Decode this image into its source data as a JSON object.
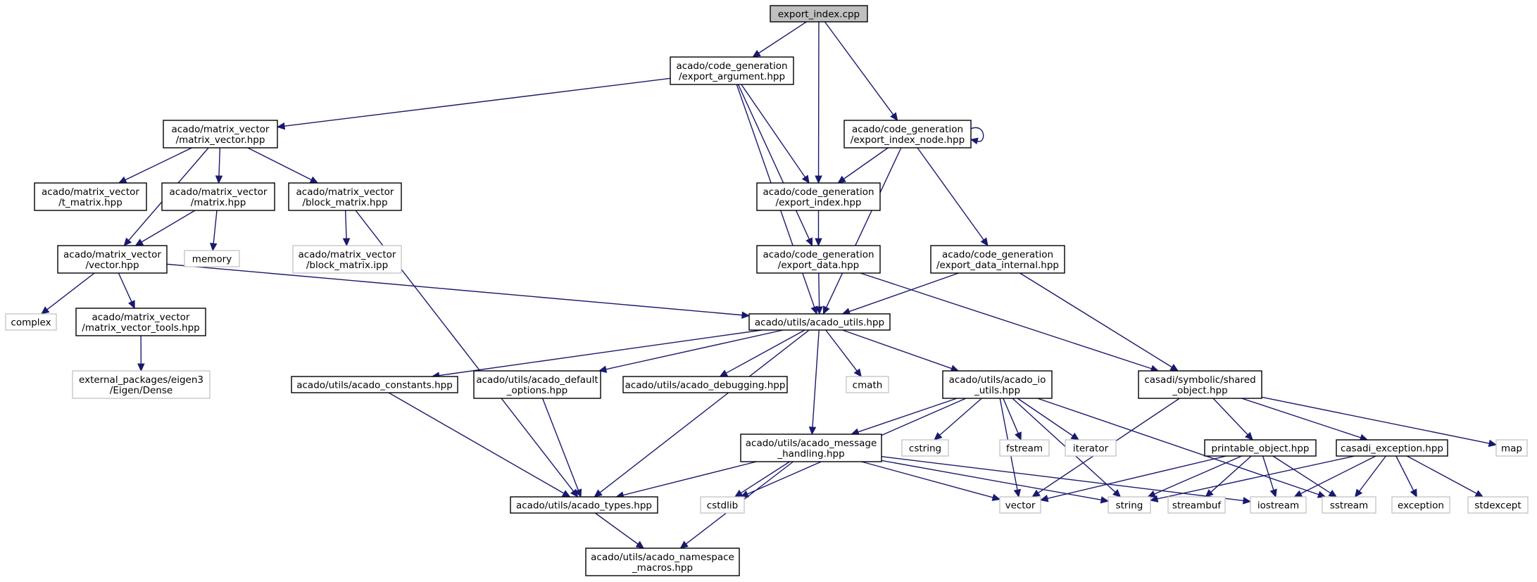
{
  "graph": {
    "nodes": [
      {
        "id": "export_index_cpp",
        "lines": [
          "export_index.cpp"
        ],
        "kind": "root"
      },
      {
        "id": "export_argument",
        "lines": [
          "acado/code_generation",
          "/export_argument.hpp"
        ],
        "kind": "local"
      },
      {
        "id": "export_index_node",
        "lines": [
          "acado/code_generation",
          "/export_index_node.hpp"
        ],
        "kind": "local"
      },
      {
        "id": "matrix_vector",
        "lines": [
          "acado/matrix_vector",
          "/matrix_vector.hpp"
        ],
        "kind": "local"
      },
      {
        "id": "t_matrix",
        "lines": [
          "acado/matrix_vector",
          "/t_matrix.hpp"
        ],
        "kind": "local"
      },
      {
        "id": "matrix",
        "lines": [
          "acado/matrix_vector",
          "/matrix.hpp"
        ],
        "kind": "local"
      },
      {
        "id": "block_matrix",
        "lines": [
          "acado/matrix_vector",
          "/block_matrix.hpp"
        ],
        "kind": "local"
      },
      {
        "id": "export_index_hpp",
        "lines": [
          "acado/code_generation",
          "/export_index.hpp"
        ],
        "kind": "local"
      },
      {
        "id": "vector",
        "lines": [
          "acado/matrix_vector",
          "/vector.hpp"
        ],
        "kind": "local"
      },
      {
        "id": "memory",
        "lines": [
          "memory"
        ],
        "kind": "ext"
      },
      {
        "id": "block_matrix_ipp",
        "lines": [
          "acado/matrix_vector",
          "/block_matrix.ipp"
        ],
        "kind": "ext"
      },
      {
        "id": "export_data",
        "lines": [
          "acado/code_generation",
          "/export_data.hpp"
        ],
        "kind": "local"
      },
      {
        "id": "export_data_internal",
        "lines": [
          "acado/code_generation",
          "/export_data_internal.hpp"
        ],
        "kind": "local"
      },
      {
        "id": "complex",
        "lines": [
          "complex"
        ],
        "kind": "ext"
      },
      {
        "id": "matrix_vector_tools",
        "lines": [
          "acado/matrix_vector",
          "/matrix_vector_tools.hpp"
        ],
        "kind": "local"
      },
      {
        "id": "acado_utils",
        "lines": [
          "acado/utils/acado_utils.hpp"
        ],
        "kind": "local"
      },
      {
        "id": "eigen_dense",
        "lines": [
          "external_packages/eigen3",
          "/Eigen/Dense"
        ],
        "kind": "ext"
      },
      {
        "id": "acado_constants",
        "lines": [
          "acado/utils/acado_constants.hpp"
        ],
        "kind": "local"
      },
      {
        "id": "acado_default_options",
        "lines": [
          "acado/utils/acado_default",
          "_options.hpp"
        ],
        "kind": "local"
      },
      {
        "id": "acado_debugging",
        "lines": [
          "acado/utils/acado_debugging.hpp"
        ],
        "kind": "local"
      },
      {
        "id": "cmath",
        "lines": [
          "cmath"
        ],
        "kind": "ext"
      },
      {
        "id": "acado_io_utils",
        "lines": [
          "acado/utils/acado_io",
          "_utils.hpp"
        ],
        "kind": "local"
      },
      {
        "id": "shared_object",
        "lines": [
          "casadi/symbolic/shared",
          "_object.hpp"
        ],
        "kind": "local"
      },
      {
        "id": "acado_message_handling",
        "lines": [
          "acado/utils/acado_message",
          "_handling.hpp"
        ],
        "kind": "local"
      },
      {
        "id": "cstring",
        "lines": [
          "cstring"
        ],
        "kind": "ext"
      },
      {
        "id": "fstream",
        "lines": [
          "fstream"
        ],
        "kind": "ext"
      },
      {
        "id": "iterator",
        "lines": [
          "iterator"
        ],
        "kind": "ext"
      },
      {
        "id": "printable_object",
        "lines": [
          "printable_object.hpp"
        ],
        "kind": "local"
      },
      {
        "id": "casadi_exception",
        "lines": [
          "casadi_exception.hpp"
        ],
        "kind": "local"
      },
      {
        "id": "map",
        "lines": [
          "map"
        ],
        "kind": "ext"
      },
      {
        "id": "acado_types",
        "lines": [
          "acado/utils/acado_types.hpp"
        ],
        "kind": "local"
      },
      {
        "id": "cstdlib",
        "lines": [
          "cstdlib"
        ],
        "kind": "ext"
      },
      {
        "id": "vector_std",
        "lines": [
          "vector"
        ],
        "kind": "ext"
      },
      {
        "id": "string",
        "lines": [
          "string"
        ],
        "kind": "ext"
      },
      {
        "id": "streambuf",
        "lines": [
          "streambuf"
        ],
        "kind": "ext"
      },
      {
        "id": "iostream",
        "lines": [
          "iostream"
        ],
        "kind": "ext"
      },
      {
        "id": "sstream",
        "lines": [
          "sstream"
        ],
        "kind": "ext"
      },
      {
        "id": "exception",
        "lines": [
          "exception"
        ],
        "kind": "ext"
      },
      {
        "id": "stdexcept",
        "lines": [
          "stdexcept"
        ],
        "kind": "ext"
      },
      {
        "id": "acado_namespace_macros",
        "lines": [
          "acado/utils/acado_namespace",
          "_macros.hpp"
        ],
        "kind": "local"
      }
    ],
    "edges": [
      [
        "export_index_cpp",
        "export_argument"
      ],
      [
        "export_index_cpp",
        "export_index_hpp"
      ],
      [
        "export_index_cpp",
        "export_index_node"
      ],
      [
        "export_argument",
        "matrix_vector"
      ],
      [
        "export_argument",
        "export_index_hpp"
      ],
      [
        "export_argument",
        "export_data"
      ],
      [
        "export_argument",
        "acado_utils"
      ],
      [
        "export_index_node",
        "export_index_node"
      ],
      [
        "export_index_node",
        "export_index_hpp"
      ],
      [
        "export_index_node",
        "export_data_internal"
      ],
      [
        "export_index_node",
        "acado_utils"
      ],
      [
        "matrix_vector",
        "t_matrix"
      ],
      [
        "matrix_vector",
        "matrix"
      ],
      [
        "matrix_vector",
        "block_matrix"
      ],
      [
        "matrix_vector",
        "vector"
      ],
      [
        "matrix",
        "vector"
      ],
      [
        "matrix",
        "memory"
      ],
      [
        "block_matrix",
        "block_matrix_ipp"
      ],
      [
        "block_matrix",
        "acado_types"
      ],
      [
        "export_index_hpp",
        "export_data"
      ],
      [
        "export_data",
        "acado_utils"
      ],
      [
        "export_data",
        "shared_object"
      ],
      [
        "export_data_internal",
        "acado_utils"
      ],
      [
        "export_data_internal",
        "shared_object"
      ],
      [
        "vector",
        "complex"
      ],
      [
        "vector",
        "matrix_vector_tools"
      ],
      [
        "vector",
        "acado_utils"
      ],
      [
        "matrix_vector_tools",
        "eigen_dense"
      ],
      [
        "acado_utils",
        "acado_constants"
      ],
      [
        "acado_utils",
        "acado_default_options"
      ],
      [
        "acado_utils",
        "acado_debugging"
      ],
      [
        "acado_utils",
        "cmath"
      ],
      [
        "acado_utils",
        "acado_io_utils"
      ],
      [
        "acado_utils",
        "acado_message_handling"
      ],
      [
        "acado_utils",
        "acado_types"
      ],
      [
        "acado_constants",
        "acado_types"
      ],
      [
        "acado_default_options",
        "acado_types"
      ],
      [
        "acado_io_utils",
        "acado_message_handling"
      ],
      [
        "acado_io_utils",
        "cstring"
      ],
      [
        "acado_io_utils",
        "fstream"
      ],
      [
        "acado_io_utils",
        "iterator"
      ],
      [
        "acado_io_utils",
        "cstdlib"
      ],
      [
        "acado_io_utils",
        "vector_std"
      ],
      [
        "acado_io_utils",
        "string"
      ],
      [
        "acado_io_utils",
        "sstream"
      ],
      [
        "shared_object",
        "printable_object"
      ],
      [
        "shared_object",
        "casadi_exception"
      ],
      [
        "shared_object",
        "map"
      ],
      [
        "shared_object",
        "vector_std"
      ],
      [
        "acado_message_handling",
        "acado_types"
      ],
      [
        "acado_message_handling",
        "cstdlib"
      ],
      [
        "acado_message_handling",
        "acado_namespace_macros"
      ],
      [
        "acado_message_handling",
        "vector_std"
      ],
      [
        "acado_message_handling",
        "string"
      ],
      [
        "acado_message_handling",
        "iostream"
      ],
      [
        "printable_object",
        "string"
      ],
      [
        "printable_object",
        "vector_std"
      ],
      [
        "printable_object",
        "streambuf"
      ],
      [
        "printable_object",
        "iostream"
      ],
      [
        "printable_object",
        "sstream"
      ],
      [
        "casadi_exception",
        "string"
      ],
      [
        "casadi_exception",
        "iostream"
      ],
      [
        "casadi_exception",
        "sstream"
      ],
      [
        "casadi_exception",
        "exception"
      ],
      [
        "casadi_exception",
        "stdexcept"
      ],
      [
        "acado_types",
        "acado_namespace_macros"
      ]
    ]
  }
}
